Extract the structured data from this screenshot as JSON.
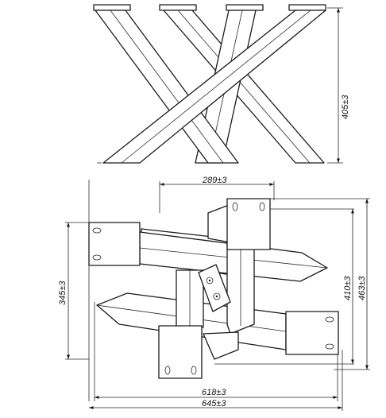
{
  "dimensions": {
    "height_front": "405±3",
    "top_width": "289±3",
    "left_height": "345±3",
    "right_height_inner": "410±3",
    "right_height_outer": "463±3",
    "bottom_width_inner": "618±3",
    "bottom_width_outer": "645±3"
  },
  "colors": {
    "line": "#1a1a1a",
    "background": "#ffffff"
  }
}
